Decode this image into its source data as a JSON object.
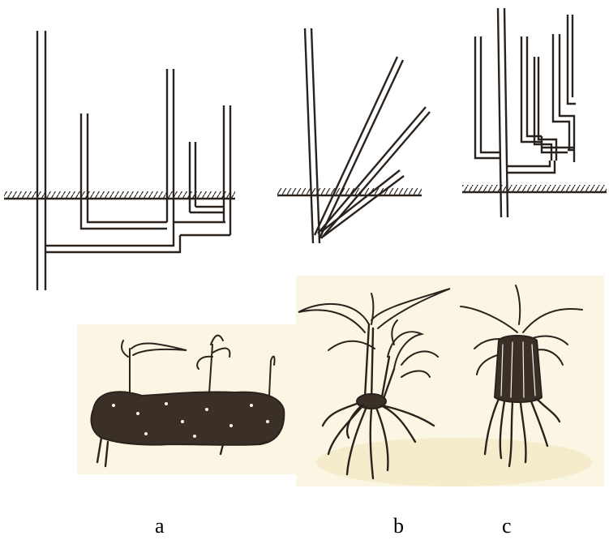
{
  "labels": {
    "a": "a",
    "b": "b",
    "c": "c"
  },
  "colors": {
    "ink": "#2a221c",
    "paper": "#fbf6e4",
    "soil_bg": "#f4ecca",
    "root_mass": "#3a3028",
    "stem_fill": "#ece6d2"
  }
}
